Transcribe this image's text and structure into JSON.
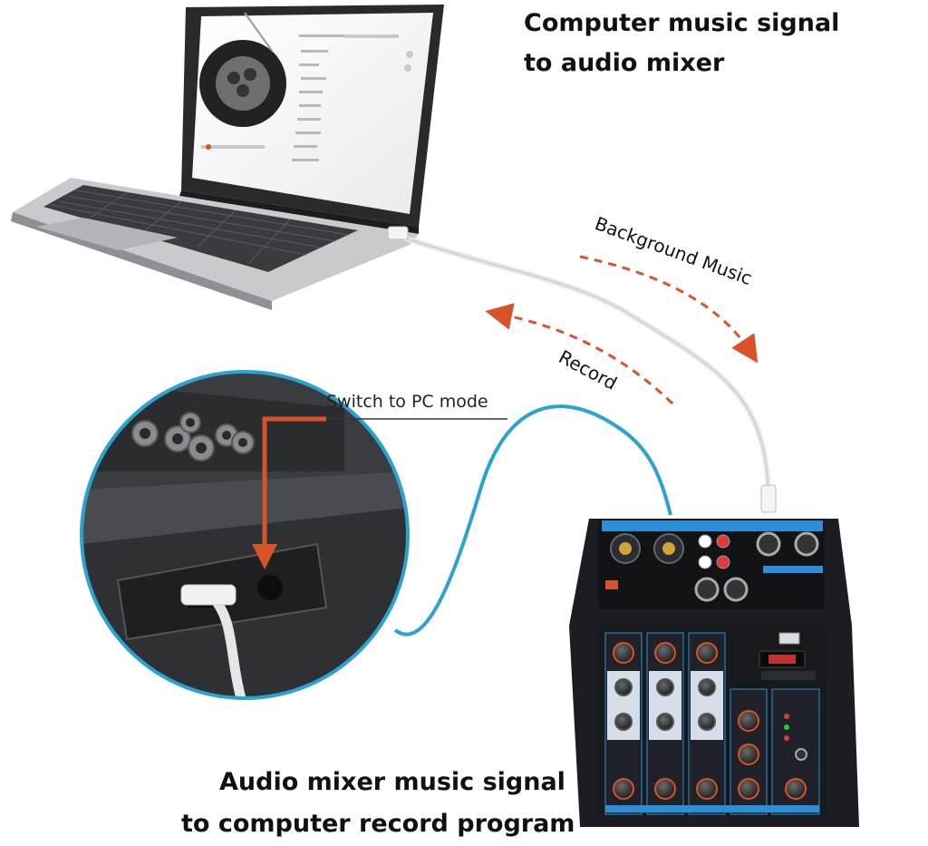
{
  "labels": {
    "top_line1": "Computer music signal",
    "top_line2": "to audio mixer",
    "bottom_line1": "Audio mixer music signal",
    "bottom_line2": "to computer record program",
    "switch_mode": "Switch to PC mode",
    "background_music": "Background Music",
    "record": "Record"
  },
  "colors": {
    "arrow": "#d8532a",
    "cable_blue": "#2aa3d1",
    "cable_white": "#e6e6e6",
    "panel_blue": "#2c8fd6",
    "mixer_body": "#1b1d22"
  }
}
